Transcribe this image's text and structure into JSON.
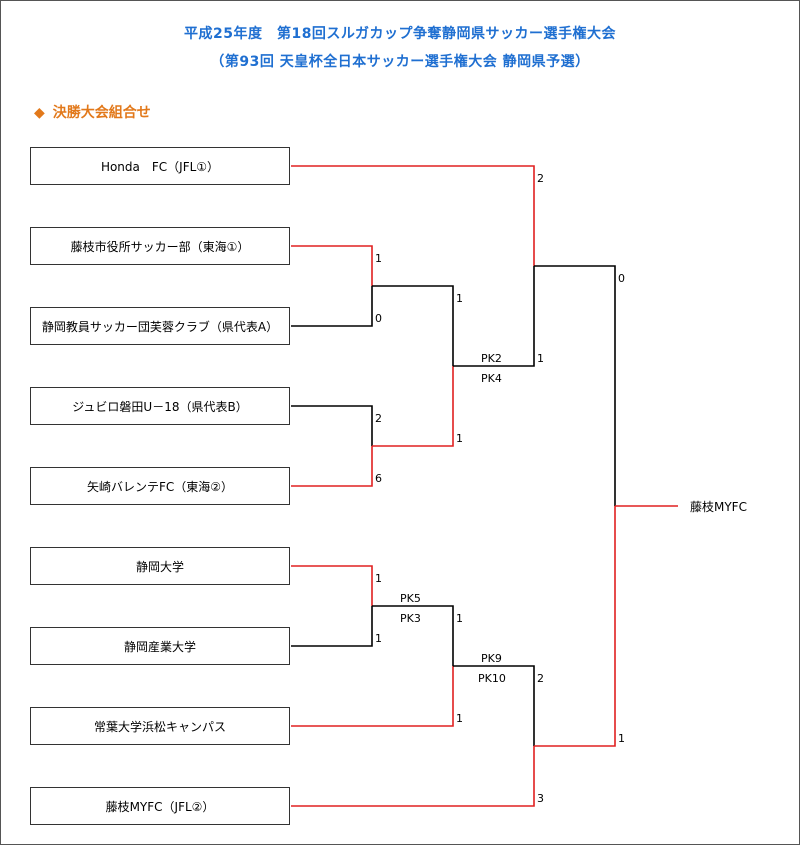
{
  "title_line1": "平成25年度　第18回スルガカップ争奪静岡県サッカー選手権大会",
  "title_line2": "（第93回 天皇杯全日本サッカー選手権大会 静岡県予選）",
  "section_heading": "決勝大会組合せ",
  "section_marker": "◆",
  "colors": {
    "title": "#1f6fd1",
    "section": "#e2791b",
    "winner_line": "#e02020",
    "loser_line": "#000000"
  },
  "teams": [
    "Honda　FC（JFL①）",
    "藤枝市役所サッカー部（東海①）",
    "静岡教員サッカー団芙蓉クラブ（県代表A）",
    "ジュビロ磐田U－18（県代表B）",
    "矢崎バレンテFC（東海②）",
    "静岡大学",
    "静岡産業大学",
    "常葉大学浜松キャンパス",
    "藤枝MYFC（JFL②）"
  ],
  "scores": {
    "r1_a_top": "1",
    "r1_a_bot": "0",
    "r1_b_top": "2",
    "r1_b_bot": "6",
    "r1_c_top": "1",
    "r1_c_bot": "1",
    "r2_a_top": "1",
    "r2_a_bot": "1",
    "r2_b_top": "1",
    "r2_b_bot": "1",
    "sf_a_top": "2",
    "sf_a_bot": "1",
    "sf_b_top": "2",
    "sf_b_bot": "3",
    "final_top": "0",
    "final_bot": "1"
  },
  "pk": {
    "r1_c_top": "PK5",
    "r1_c_bot": "PK3",
    "r2_a_top": "PK2",
    "r2_a_bot": "PK4",
    "r2_b_top": "PK9",
    "r2_b_bot": "PK10"
  },
  "champion": "藤枝MYFC"
}
